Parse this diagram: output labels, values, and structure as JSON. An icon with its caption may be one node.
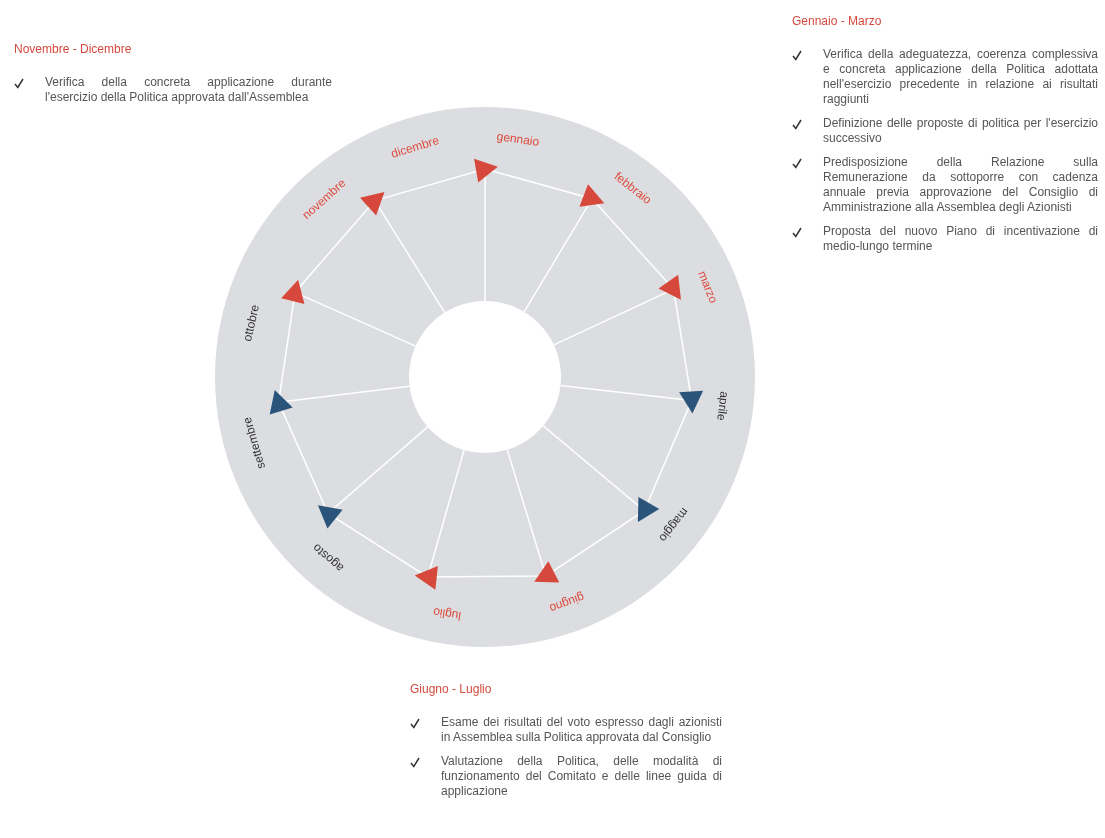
{
  "diagram": {
    "labels": [
      "Novembre - Dicembre",
      "Verifica della concreta applicazione durante l'esercizio della Politica approvata dall'Assemblea",
      "Gennaio - Marzo",
      "Verifica della adeguatezza, coerenza complessiva e concreta applicazione della Politica adottata nell'esercizio precedente in relazione ai risultati raggiunti",
      "Definizione delle proposte di politica per l'esercizio successivo",
      "Predisposizione della Relazione sulla Remunerazione da sottoporre con cadenza annuale previa approvazione del Consiglio di Amministrazione alla Assemblea degli Azionisti",
      "Proposta del nuovo Piano di incentivazione di medio-lungo termine",
      "gennaio",
      "febbraio",
      "marzo",
      "aprile",
      "maggio",
      "giugno",
      "luglio",
      "agosto",
      "settembre",
      "ottobre",
      "novembre",
      "dicembre",
      "Giugno - Luglio",
      "Esame dei risultati del voto espresso dagli azionisti in Assemblea sulla Politica approvata dal Consiglio",
      "Valutazione della Politica, delle modalità di funzionamento del Comitato e delle linee guida di applicazione"
    ]
  }
}
